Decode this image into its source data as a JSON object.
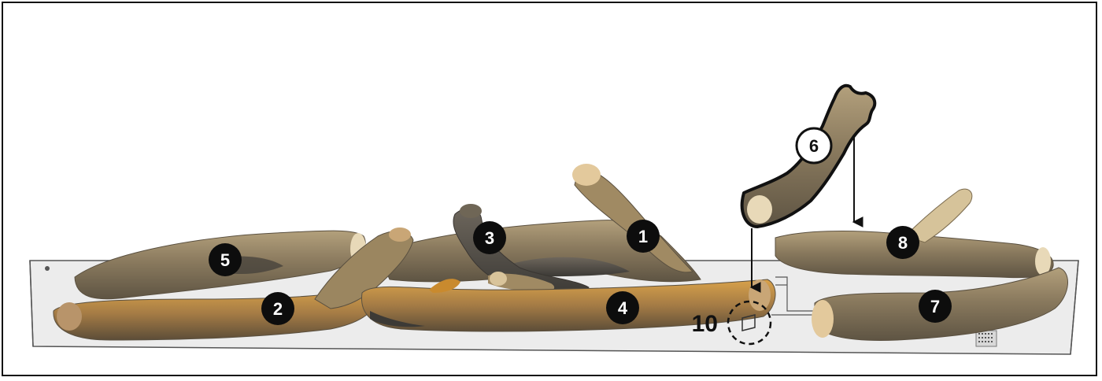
{
  "labels": {
    "log1": "1",
    "log2": "2",
    "log3": "3",
    "log4": "4",
    "log5": "5",
    "log6": "6",
    "log7": "7",
    "log8": "8",
    "callout10": "10"
  },
  "colors": {
    "badge_fill": "#0d0d0d",
    "badge_text": "#ffffff",
    "tray_line": "#555555",
    "log_bark": "#8a7a5e",
    "log_dark": "#4d4538",
    "log_light": "#c9a676",
    "log_ember": "#c98a2e",
    "log_end": "#e8d9b8"
  }
}
